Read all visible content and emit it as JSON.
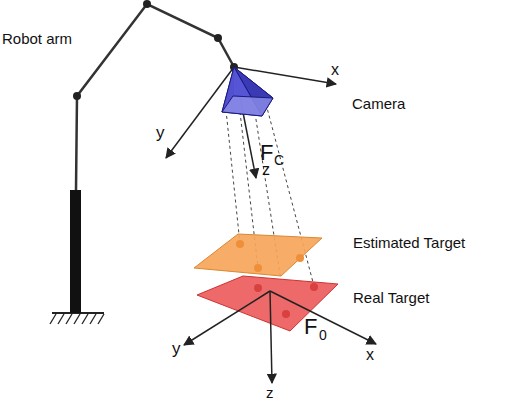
{
  "diagram": {
    "labels": [
      "Robot arm",
      "x",
      "Camera",
      "y",
      "F",
      "C",
      "z",
      "Estimated Target",
      "Real Target",
      "F",
      "0",
      "x",
      "y",
      "z"
    ]
  }
}
